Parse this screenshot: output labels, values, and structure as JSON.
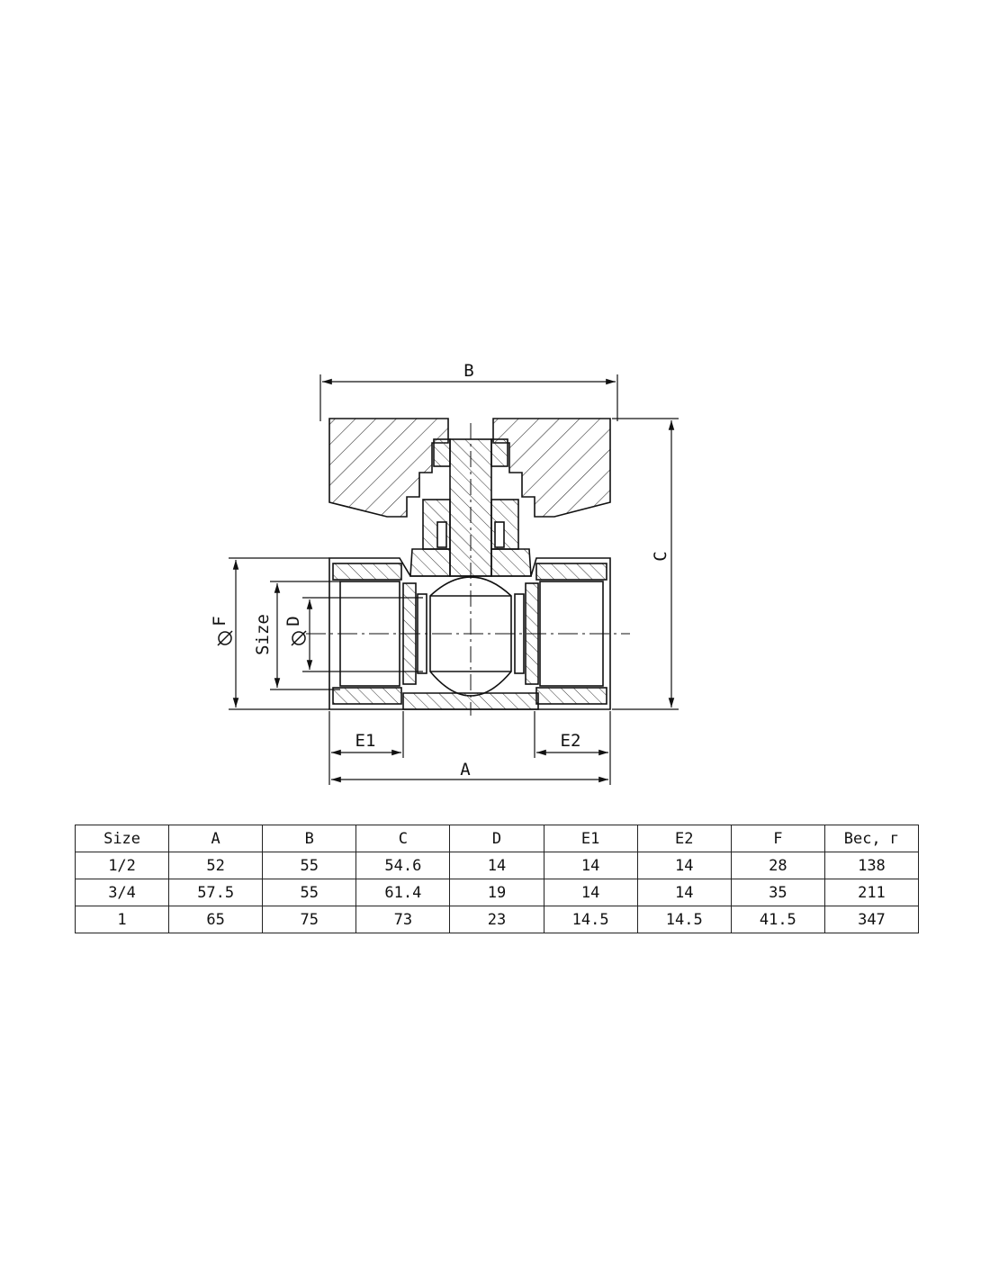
{
  "labels": {
    "B": "B",
    "C": "C",
    "F": "F",
    "size": "Size",
    "D": "D",
    "E1": "E1",
    "E2": "E2",
    "A": "A"
  },
  "table": {
    "headers": [
      "Size",
      "A",
      "B",
      "C",
      "D",
      "E1",
      "E2",
      "F",
      "Вес, г"
    ],
    "rows": [
      [
        "1/2",
        "52",
        "55",
        "54.6",
        "14",
        "14",
        "14",
        "28",
        "138"
      ],
      [
        "3/4",
        "57.5",
        "55",
        "61.4",
        "19",
        "14",
        "14",
        "35",
        "211"
      ],
      [
        "1",
        "65",
        "75",
        "73",
        "23",
        "14.5",
        "14.5",
        "41.5",
        "347"
      ]
    ]
  }
}
